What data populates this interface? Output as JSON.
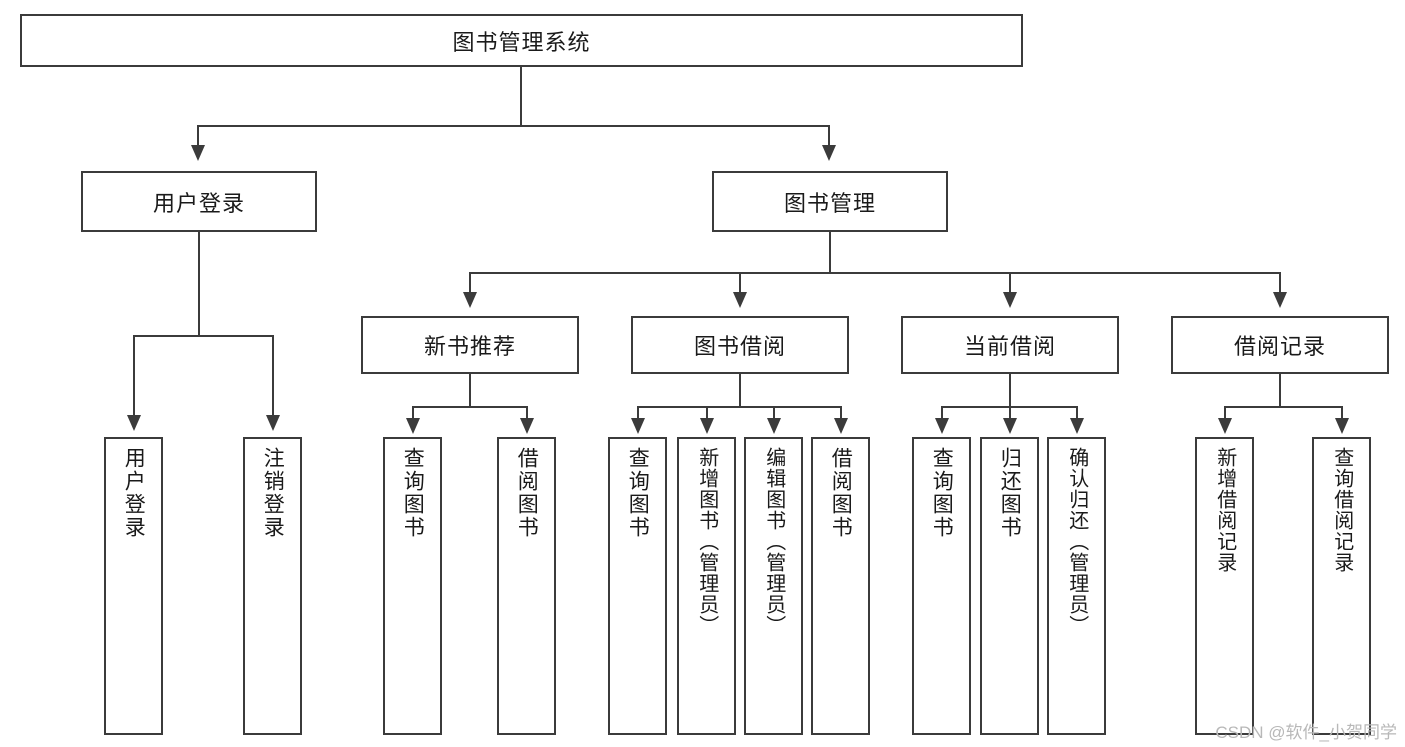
{
  "diagram": {
    "title": "图书管理系统",
    "type": "tree",
    "root": {
      "label": "图书管理系统"
    },
    "level2": [
      {
        "label": "用户登录"
      },
      {
        "label": "图书管理"
      }
    ],
    "level3": [
      {
        "label": "新书推荐"
      },
      {
        "label": "图书借阅"
      },
      {
        "label": "当前借阅"
      },
      {
        "label": "借阅记录"
      }
    ],
    "leaves": {
      "user_login": [
        {
          "label": "用户登录"
        },
        {
          "label": "注销登录"
        }
      ],
      "new_book": [
        {
          "label": "查询图书"
        },
        {
          "label": "借阅图书"
        }
      ],
      "book_borrow": [
        {
          "label": "查询图书"
        },
        {
          "label": "新增图书（管理员）"
        },
        {
          "label": "编辑图书（管理员）"
        },
        {
          "label": "借阅图书"
        }
      ],
      "current_borrow": [
        {
          "label": "查询图书"
        },
        {
          "label": "归还图书"
        },
        {
          "label": "确认归还（管理员）"
        }
      ],
      "borrow_record": [
        {
          "label": "新增借阅记录"
        },
        {
          "label": "查询借阅记录"
        }
      ]
    }
  },
  "watermark": {
    "text": "CSDN @软件_小贺同学"
  },
  "colors": {
    "stroke": "#3b3b3b",
    "background": "#ffffff",
    "text": "#1a1a1a",
    "watermark": "#b8b8b8"
  }
}
